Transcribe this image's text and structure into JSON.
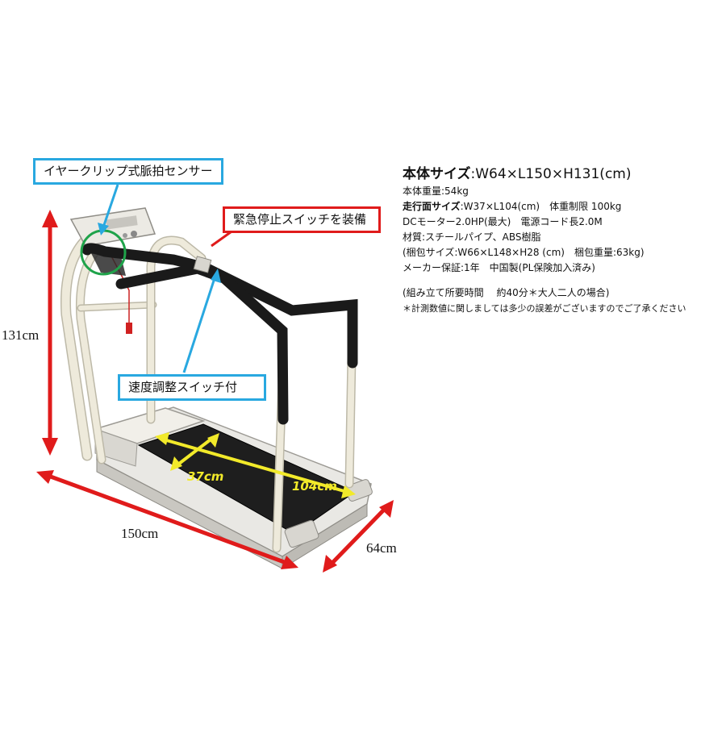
{
  "callouts": {
    "ear_clip_sensor": "イヤークリップ式脈拍センサー",
    "emergency_stop": "緊急停止スイッチを装備",
    "speed_switch": "速度調整スイッチ付"
  },
  "dimensions": {
    "height": "131cm",
    "length": "150cm",
    "width": "64cm",
    "belt_width": "37cm",
    "belt_length": "104cm"
  },
  "specs": {
    "size_label": "本体サイズ",
    "size_value": ":W64×L150×H131(cm)",
    "weight": "本体重量:54kg",
    "running_label": "走行面サイズ",
    "running_value": ":W37×L104(cm)　体重制限 100kg",
    "motor": "DCモーター2.0HP(最大)　電源コード長2.0M",
    "material": "材質:スチールパイプ、ABS樹脂",
    "package": "(梱包サイズ:W66×L148×H28 (cm)　梱包重量:63kg)",
    "warranty": "メーカー保証:1年　中国製(PL保険加入済み)",
    "assembly": "(組み立て所要時間　 約40分＊大人二人の場合)",
    "note": "＊計測数値に関しましては多少の誤差がございますのでご了承ください"
  },
  "colors": {
    "arrow_red": "#e01b1b",
    "arrow_blue": "#29a8e0",
    "arrow_yellow": "#f2ea2a",
    "sensor_circle": "#1fa34a",
    "frame": "#eeeadb",
    "handrail": "#1a1a1a",
    "belt": "#1e1e1e"
  }
}
